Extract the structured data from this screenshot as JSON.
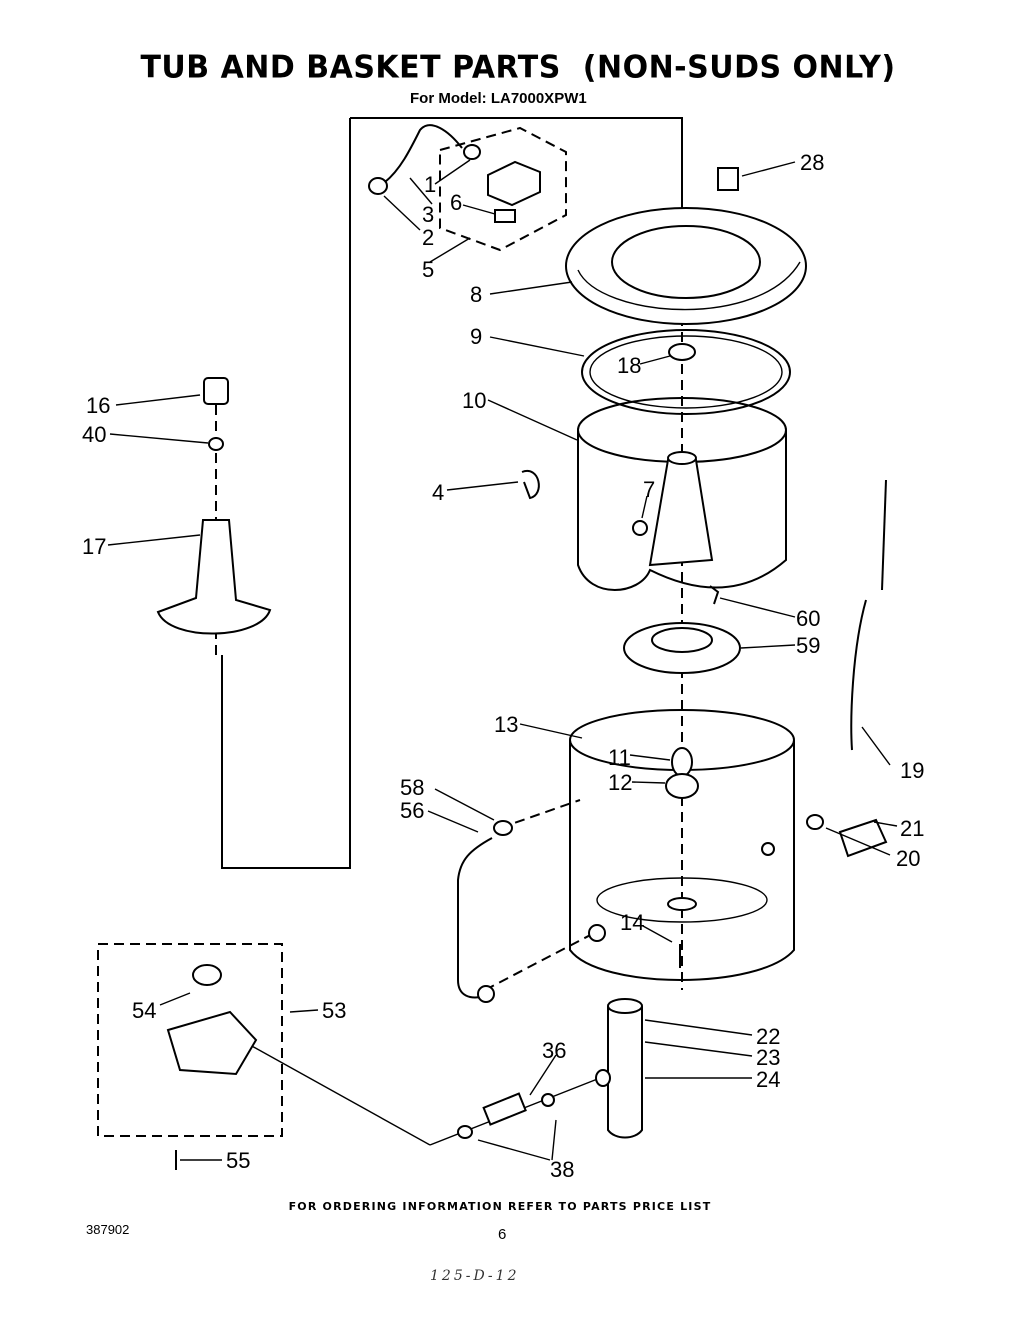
{
  "header": {
    "title": "TUB AND BASKET PARTS",
    "title_note": "(NON-SUDS ONLY)",
    "subtitle": "For Model: LA7000XPW1"
  },
  "parts": [
    {
      "id": "1"
    },
    {
      "id": "2"
    },
    {
      "id": "3"
    },
    {
      "id": "4"
    },
    {
      "id": "5"
    },
    {
      "id": "6"
    },
    {
      "id": "7"
    },
    {
      "id": "8"
    },
    {
      "id": "9"
    },
    {
      "id": "10"
    },
    {
      "id": "11"
    },
    {
      "id": "12"
    },
    {
      "id": "13"
    },
    {
      "id": "14"
    },
    {
      "id": "16"
    },
    {
      "id": "17"
    },
    {
      "id": "18"
    },
    {
      "id": "19"
    },
    {
      "id": "20"
    },
    {
      "id": "21"
    },
    {
      "id": "22"
    },
    {
      "id": "23"
    },
    {
      "id": "24"
    },
    {
      "id": "28"
    },
    {
      "id": "36"
    },
    {
      "id": "38"
    },
    {
      "id": "40"
    },
    {
      "id": "53"
    },
    {
      "id": "54"
    },
    {
      "id": "55"
    },
    {
      "id": "56"
    },
    {
      "id": "58"
    },
    {
      "id": "59"
    },
    {
      "id": "60"
    }
  ],
  "footer": {
    "ordering_note": "FOR ORDERING INFORMATION REFER TO PARTS PRICE LIST",
    "catalog_code": "387902",
    "page_number": "6",
    "handwritten_note": "125-D-12"
  }
}
